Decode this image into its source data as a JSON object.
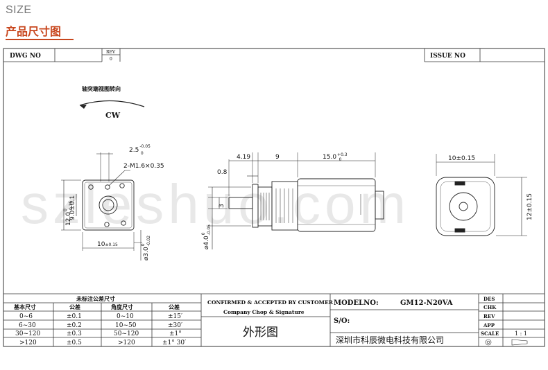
{
  "header": {
    "size": "SIZE",
    "title": "产品尺寸图"
  },
  "watermark": "szleshuo.com",
  "titleblock": {
    "dwg_no_label": "DWG NO",
    "rev_label": "REV",
    "rev_value": "0",
    "issue_no_label": "ISSUE NO"
  },
  "rotation": {
    "caption": "轴突端视图转向",
    "direction": "CW"
  },
  "front_view": {
    "dim_top": "2.5",
    "dim_top_tol": "-0.05",
    "dim_top_tol2": "0",
    "dim_hole": "2-M1.6×0.35",
    "dim_height": "12.0",
    "dim_height_tol1": "0",
    "dim_height_tol2": "-0.15",
    "dim_bore": "9.0±0.1",
    "dim_width": "10",
    "dim_width_tol": "±0.15",
    "dim_shaft": "⌀3.0",
    "dim_shaft_tol1": "0",
    "dim_shaft_tol2": "-0.02"
  },
  "side_view": {
    "dim_a": "4.19",
    "dim_b": "9",
    "dim_c": "15.0",
    "dim_c_tol1": "+0.3",
    "dim_c_tol2": "0",
    "dim_shaft_len": "0.8",
    "dim_d_flat": "3",
    "dim_boss": "⌀4.0",
    "dim_boss_tol1": "0",
    "dim_boss_tol2": "-0.05"
  },
  "end_view": {
    "dim_width": "10±0.15",
    "dim_height": "12±0.15"
  },
  "tolerance_table": {
    "title": "未标注公差尺寸",
    "headers": [
      "基本尺寸",
      "公差",
      "角度尺寸",
      "公差"
    ],
    "rows": [
      [
        "0~6",
        "±0.1",
        "0~10",
        "±15′"
      ],
      [
        "6~30",
        "±0.2",
        "10~50",
        "±30′"
      ],
      [
        "30~120",
        "±0.3",
        "50~120",
        "±1°"
      ],
      [
        ">120",
        "±0.5",
        ">120",
        "±1° 30′"
      ]
    ]
  },
  "confirmation": {
    "line1": "CONFIRMED & ACCEPTED BY CUSTOMER",
    "line2": "Company Chop & Signature",
    "drawing_name": "外形图"
  },
  "model": {
    "label": "MODELNO:",
    "value": "GM12-N20VA",
    "so_label": "S/O:",
    "company": "深圳市科辰微电科技有限公司"
  },
  "signoff": {
    "des": "DES",
    "chk": "CHK",
    "rev": "REV",
    "app": "APP",
    "scale_label": "SCALE",
    "scale_value": "1 : 1"
  }
}
